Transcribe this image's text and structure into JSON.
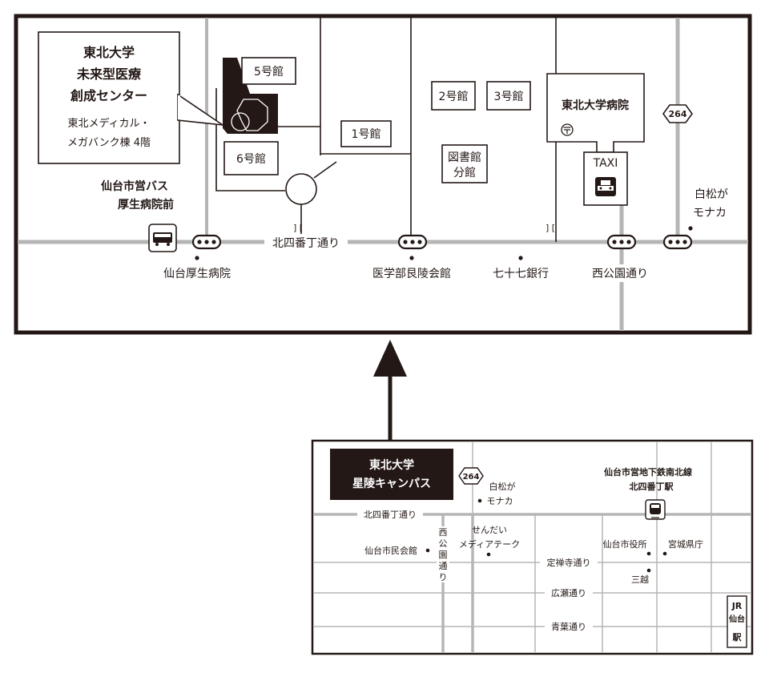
{
  "main_map": {
    "center_box": {
      "line1": "東北大学",
      "line2": "未来型医療",
      "line3": "創成センター",
      "sub1": "東北メディカル・",
      "sub2": "メガバンク棟 4階"
    },
    "buildings": {
      "b5": "5号館",
      "b6": "6号館",
      "b1": "1号館",
      "b2": "2号館",
      "b3": "3号館",
      "library_1": "図書館",
      "library_2": "分館",
      "hospital": "東北大学病院"
    },
    "taxi": "TAXI",
    "route_number": "264",
    "bus_stop_1": "仙台市営バス",
    "bus_stop_2": "厚生病院前",
    "road_kitayoban": "北四番丁通り",
    "road_nishikoen": "西公園通り",
    "landmarks": {
      "sendai_kosei_hospital": "仙台厚生病院",
      "ryoryokaikan": "医学部艮陵会館",
      "bank77": "七十七銀行",
      "shiramatsu_1": "白松が",
      "shiramatsu_2": "モナカ"
    }
  },
  "inset_map": {
    "campus_1": "東北大学",
    "campus_2": "星陵キャンパス",
    "route_number": "264",
    "shiramatsu_1": "白松が",
    "shiramatsu_2": "モナカ",
    "subway_1": "仙台市営地下鉄南北線",
    "subway_2": "北四番丁駅",
    "road_kitayoban": "北四番丁通り",
    "nishikoen_chars": [
      "西",
      "公",
      "園",
      "通",
      "り"
    ],
    "civic_hall": "仙台市民会館",
    "mediatheque_1": "せんだい",
    "mediatheque_2": "メディアテーク",
    "city_hall": "仙台市役所",
    "pref_office": "宮城県庁",
    "road_jozenji": "定禅寺通り",
    "mitsukoshi": "三越",
    "road_hirose": "広瀬通り",
    "road_aoba": "青葉通り",
    "jr_1": "JR",
    "jr_2": "仙台",
    "jr_3": "駅"
  },
  "colors": {
    "ink": "#231815",
    "road": "#b5b5b5",
    "paper": "#ffffff"
  },
  "icons": [
    "bus-icon",
    "taxi-icon",
    "subway-icon",
    "post-office-icon",
    "route-264-marker",
    "bus-stop-marker"
  ]
}
